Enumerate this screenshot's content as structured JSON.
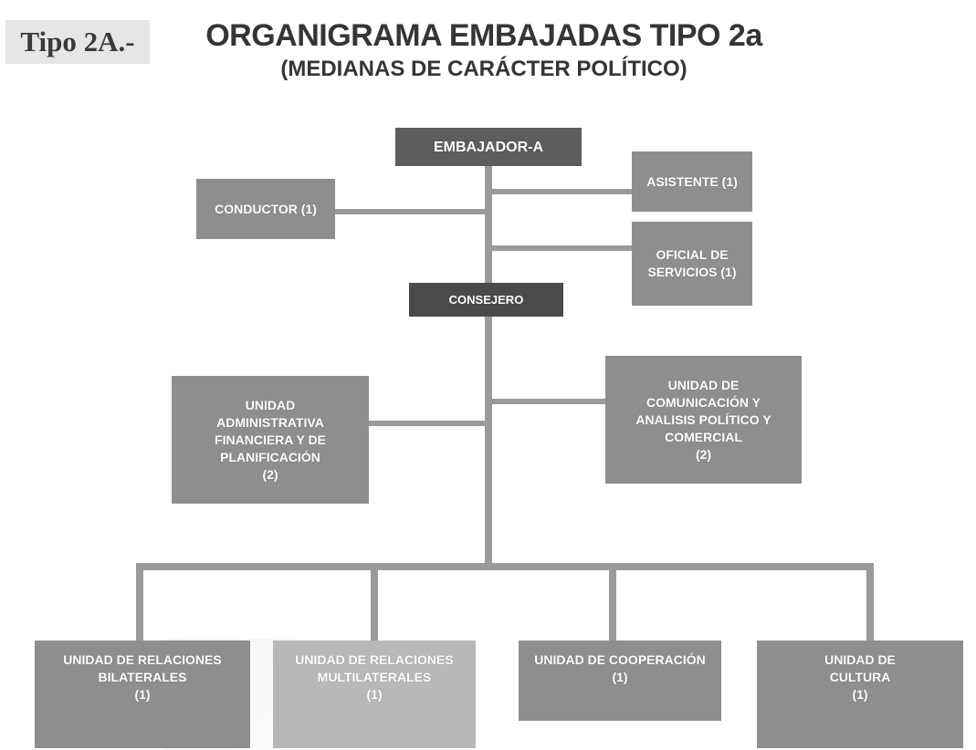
{
  "header": {
    "tag": "Tipo 2A.-",
    "title": "ORGANIGRAMA EMBAJADAS TIPO 2a",
    "subtitle": "(MEDIANAS DE CARÁCTER POLÍTICO)"
  },
  "nodes": {
    "embajador": "EMBAJADOR-A",
    "asistente": "ASISTENTE (1)",
    "conductor": "CONDUCTOR (1)",
    "oficial": "OFICIAL DE\nSERVICIOS (1)",
    "consejero": "CONSEJERO",
    "administrativa": "UNIDAD\nADMINISTRATIVA\nFINANCIERA Y DE\nPLANIFICACIÓN\n(2)",
    "comunicacion": "UNIDAD DE\nCOMUNICACIÓN Y\nANALISIS POLÍTICO Y\nCOMERCIAL\n(2)",
    "bilaterales": "UNIDAD DE RELACIONES\nBILATERALES\n(1)",
    "multilaterales": "UNIDAD DE RELACIONES\nMULTILATERALES\n(1)",
    "cooperacion": "UNIDAD DE COOPERACIÓN\n(1)",
    "cultura": "UNIDAD DE\nCULTURA\n(1)"
  },
  "colors": {
    "box": "#8e8e8e",
    "box_dark": "#5d5d5d",
    "box_darker": "#4a4a4a",
    "box_light": "#b8b8b8",
    "connector": "#9a9a9a"
  }
}
